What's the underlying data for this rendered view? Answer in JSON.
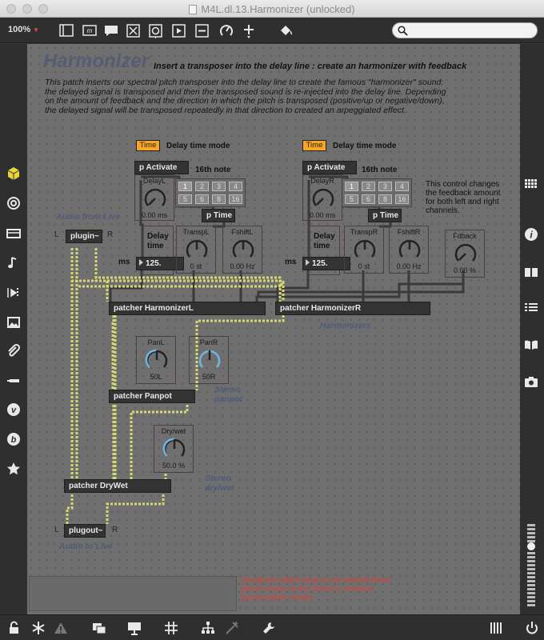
{
  "window": {
    "title": "M4L.dl.13.Harmonizer (unlocked)"
  },
  "toolbar": {
    "zoom": "100%"
  },
  "patch": {
    "title": "Harmonizer",
    "subtitle": "Insert a transposer into the delay line : create an harmonizer with feedback",
    "description": [
      "This patch inserts our spectral pitch transposer into the delay line to create the famous \"harmonizer\" sound:",
      "the delayed signal is transposed and then the transposed sound is re-injected into the delay line. Depending",
      "on the amount of feedback and the direction in which the pitch is transposed (positive/up or negative/down),",
      "the delayed signal will be transposed repeatedly in that direction to created an arpeggiated effect."
    ],
    "time_button": "Time",
    "delay_time_mode": "Delay time mode",
    "p_activate": "p Activate",
    "sixteenth_note": "16th note",
    "toggle_labels": [
      "1",
      "2",
      "3",
      "4",
      "5",
      "6",
      "8",
      "16"
    ],
    "p_time": "p Time",
    "delay_time": "Delay time",
    "ms": "ms",
    "number_value": "125.",
    "audio_from_live": "Audio from Live",
    "plugin": "plugin~",
    "plugout": "plugout~",
    "audio_to_live": "Audio to Live",
    "L": "L",
    "R": "R",
    "feedback_note": "This control changes the feedback amount for both left and right channels.",
    "dials": {
      "delayL": {
        "label": "DelayL",
        "value": "0.00 ms"
      },
      "delayR": {
        "label": "DelayR",
        "value": "0.00 ms"
      },
      "transpL": {
        "label": "TranspL",
        "value": "0 st"
      },
      "fshiftL": {
        "label": "FshiftL",
        "value": "0.00 Hz"
      },
      "transpR": {
        "label": "TranspR",
        "value": "0 st"
      },
      "fshiftR": {
        "label": "FshiftR",
        "value": "0.00 Hz"
      },
      "fdback": {
        "label": "Fdback",
        "value": "0.00 %"
      },
      "panL": {
        "label": "PanL",
        "value": "50L"
      },
      "panR": {
        "label": "PanR",
        "value": "50R"
      },
      "drywet": {
        "label": "Dry/wet",
        "value": "50.0 %"
      }
    },
    "patcher_harmonizerL": "patcher HarmonizerL",
    "patcher_harmonizerR": "patcher HarmonizerR",
    "harmonizers": "Harmonizers",
    "patcher_panpot": "patcher Panpot",
    "stereo_panpot": "Stereo panpot",
    "patcher_drywet": "patcher DryWet",
    "stereo_drywet": "Stereo dry/wet",
    "red_note": "All objects which have a red colored frame will be shown in the device's interface (presentation mode)."
  },
  "colors": {
    "accent_orange": "#f5a623",
    "cord_yellow": "#d8d870",
    "red_note": "#d9413a",
    "dial_blue": "#6fb6e6"
  },
  "icons": {
    "toolbar": [
      "presentation-icon",
      "message-icon",
      "comment-icon",
      "toggle-icon",
      "button-icon",
      "playbar-icon",
      "slider-icon",
      "dial-icon",
      "add-object-icon",
      "paint-bucket-icon",
      "search-icon"
    ],
    "left": [
      "package-icon",
      "target-icon",
      "device-icon",
      "music-note-icon",
      "media-icon",
      "image-icon",
      "clip-icon",
      "plug-icon",
      "vimeo-icon",
      "bold-b-icon",
      "star-icon"
    ],
    "right": [
      "grid-icon",
      "info-icon",
      "book-icon",
      "list-icon",
      "reference-icon",
      "snapshot-icon"
    ],
    "bottom": [
      "lock-icon",
      "snowflake-icon",
      "warning-icon",
      "windows-icon",
      "presentation-icon",
      "grid-icon",
      "hierarchy-icon",
      "debug-icon",
      "wrench-icon",
      "meter-icon",
      "power-icon"
    ]
  }
}
